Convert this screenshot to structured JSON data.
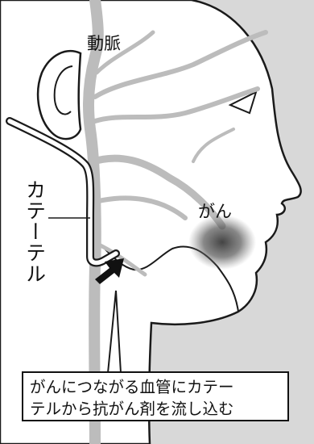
{
  "labels": {
    "artery": "動脈",
    "cancer": "がん",
    "catheter": "カテーテル"
  },
  "caption": {
    "line1": "がんにつながる血管にカテー",
    "line2": "テルから抗がん剤を流し込む"
  },
  "colors": {
    "background": "#d8d8d8",
    "head": "#ffffff",
    "vessels": "#bcbcbc",
    "tumor": "#3e3e3e",
    "outline": "#1a1a1a"
  },
  "icons": {
    "pointer": "arrow-up-right-icon"
  }
}
